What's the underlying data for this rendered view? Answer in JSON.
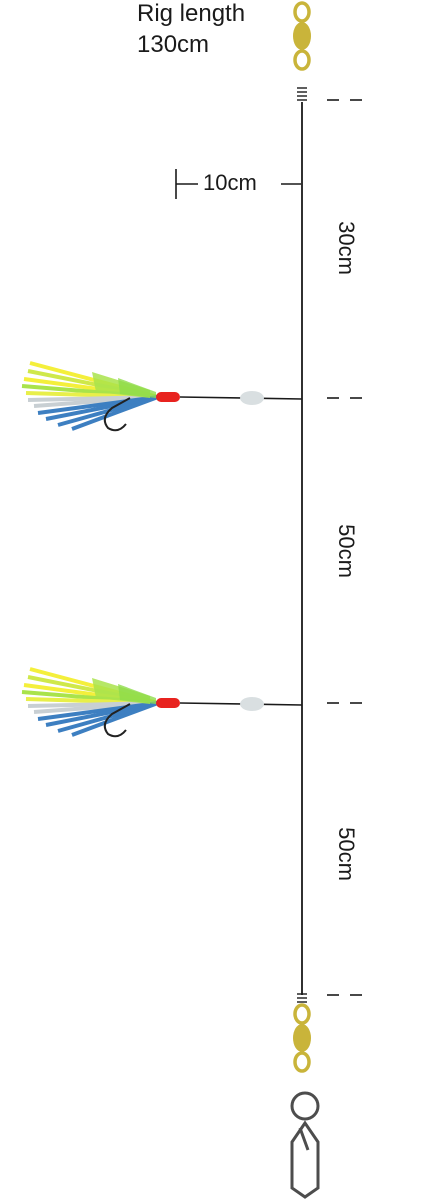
{
  "title": {
    "line1": "Rig length",
    "line2": "130cm"
  },
  "labels": {
    "dropper": "10cm",
    "seg_top": "30cm",
    "seg_mid": "50cm",
    "seg_bottom": "50cm"
  },
  "colors": {
    "line": "#1a1a1a",
    "swivel": "#c9b43a",
    "bead_red": "#e8231f",
    "bead_pearl": "#d9dfe1",
    "snap": "#4d4d4d",
    "skirt_yellow": "#f4ef3b",
    "skirt_green": "#a9e34b",
    "skirt_grey": "#c8cfd3",
    "skirt_blue": "#3d7fc1"
  },
  "icons": {
    "top_swivel": "barrel-swivel-icon",
    "bottom_swivel": "barrel-swivel-icon",
    "snap": "snap-clip-icon",
    "lure": "feather-lure-icon"
  }
}
